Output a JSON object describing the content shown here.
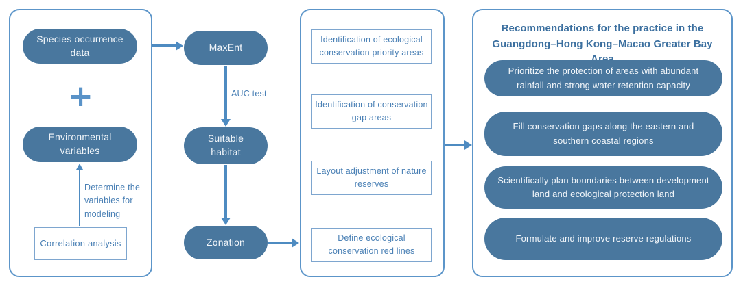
{
  "diagram": {
    "left_panel": {
      "species_node": "Species occurrence data",
      "plus_symbol": "+",
      "env_node": "Environmental variables",
      "arrow_label": "Determine the variables for modeling",
      "correlation_node": "Correlation analysis"
    },
    "model_column": {
      "maxent_node": "MaxEnt",
      "auc_label": "AUC test",
      "suitable_node": "Suitable habitat",
      "zonation_node": "Zonation"
    },
    "middle_panel": {
      "boxes": [
        "Identification of ecological conservation priority areas",
        "Identification of conservation gap areas",
        "Layout adjustment of nature reserves",
        "Define ecological conservation red lines"
      ]
    },
    "right_panel": {
      "title_line1": "Recommendations for the practice in the",
      "title_line2": "Guangdong–Hong Kong–Macao Greater Bay Area",
      "pills": [
        "Prioritize the protection of areas with abundant rainfall and strong water retention capacity",
        "Fill conservation gaps along the eastern and southern coastal regions",
        "Scientifically plan boundaries between development land and ecological protection land",
        "Formulate and improve reserve regulations"
      ]
    },
    "colors": {
      "node_fill": "#49779E",
      "node_text": "#F2F6FA",
      "accent": "#4E8BC1",
      "panel_border": "#5C95C9",
      "box_border": "#7EA6CF",
      "text_blue": "#4A80B5",
      "title_blue": "#3B6F9F"
    }
  }
}
